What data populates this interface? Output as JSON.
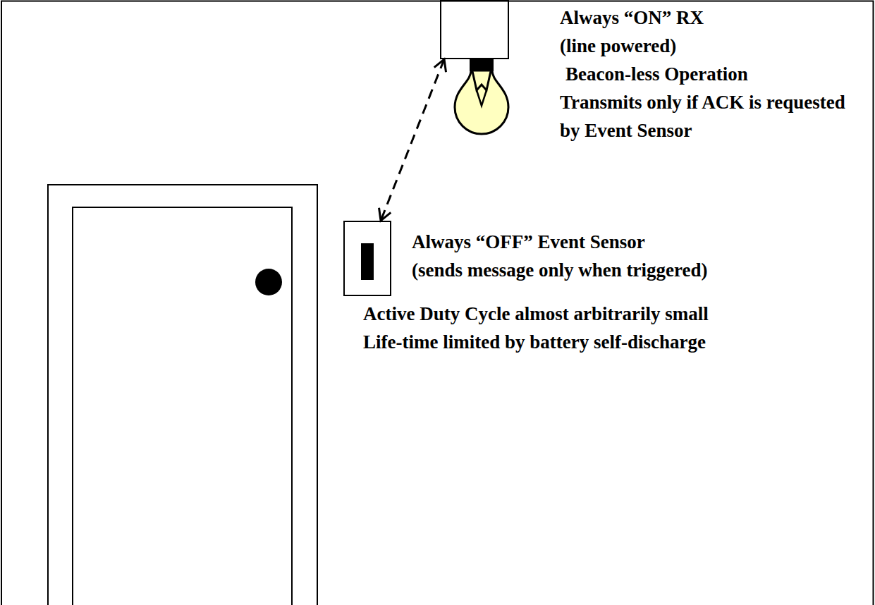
{
  "diagram": {
    "nodes": [
      {
        "text": [
          "Always “ON” RX (line powered)",
          "Beacon-less Operation",
          "Transmits only if ACK is requested by Event Sensor"
        ]
      },
      {
        "text": [
          "Always “OFF” Event Sensor",
          "(sends message only when triggered)"
        ]
      }
    ],
    "edges": [
      {
        "from": 0,
        "to": 1,
        "arrow": "both"
      }
    ],
    "labels": [
      "Active Duty Cycle almost arbitrarily small",
      "Life-time limited by battery self-discharge"
    ]
  }
}
